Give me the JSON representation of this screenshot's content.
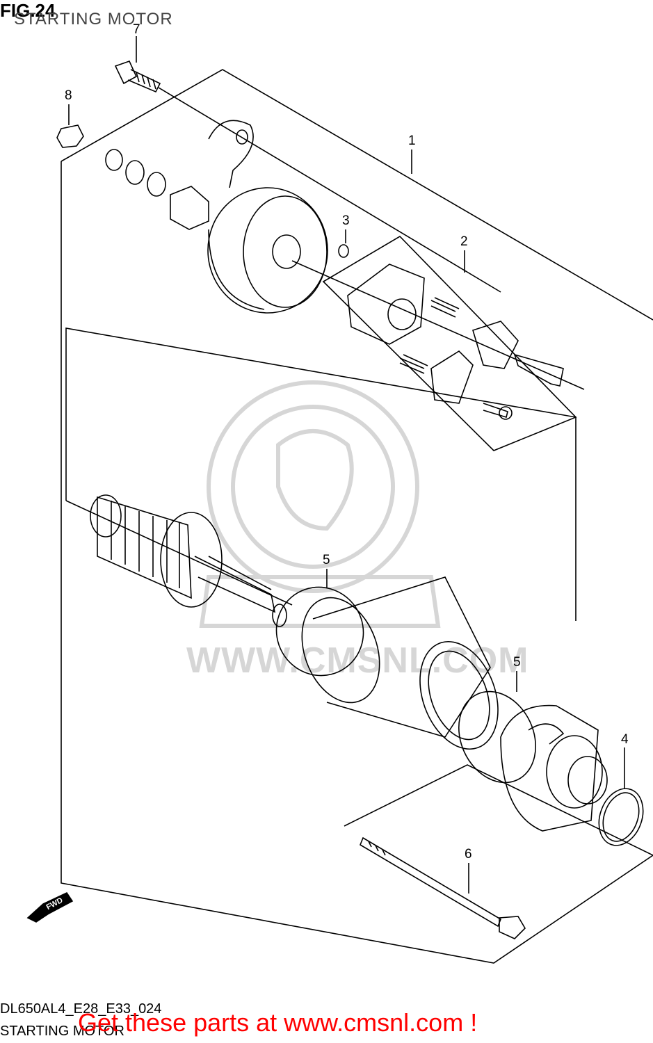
{
  "header": {
    "figure": "FIG.24",
    "title": "STARTING MOTOR"
  },
  "callouts": [
    {
      "id": "c1",
      "label": "1"
    },
    {
      "id": "c2",
      "label": "2"
    },
    {
      "id": "c3",
      "label": "3"
    },
    {
      "id": "c4",
      "label": "4"
    },
    {
      "id": "c5a",
      "label": "5"
    },
    {
      "id": "c5b",
      "label": "5"
    },
    {
      "id": "c6",
      "label": "6"
    },
    {
      "id": "c7",
      "label": "7"
    },
    {
      "id": "c8",
      "label": "8"
    }
  ],
  "fwd": "FWD",
  "watermark": "WWW.CMSNL.COM",
  "footer": {
    "code": "DL650AL4_E28_E33_024",
    "subtitle": "STARTING MOTOR",
    "cta": "Get these parts at www.cmsnl.com !"
  },
  "colors": {
    "ink": "#000000",
    "watermark": "#d6d6d6",
    "cta": "#ff0000"
  }
}
